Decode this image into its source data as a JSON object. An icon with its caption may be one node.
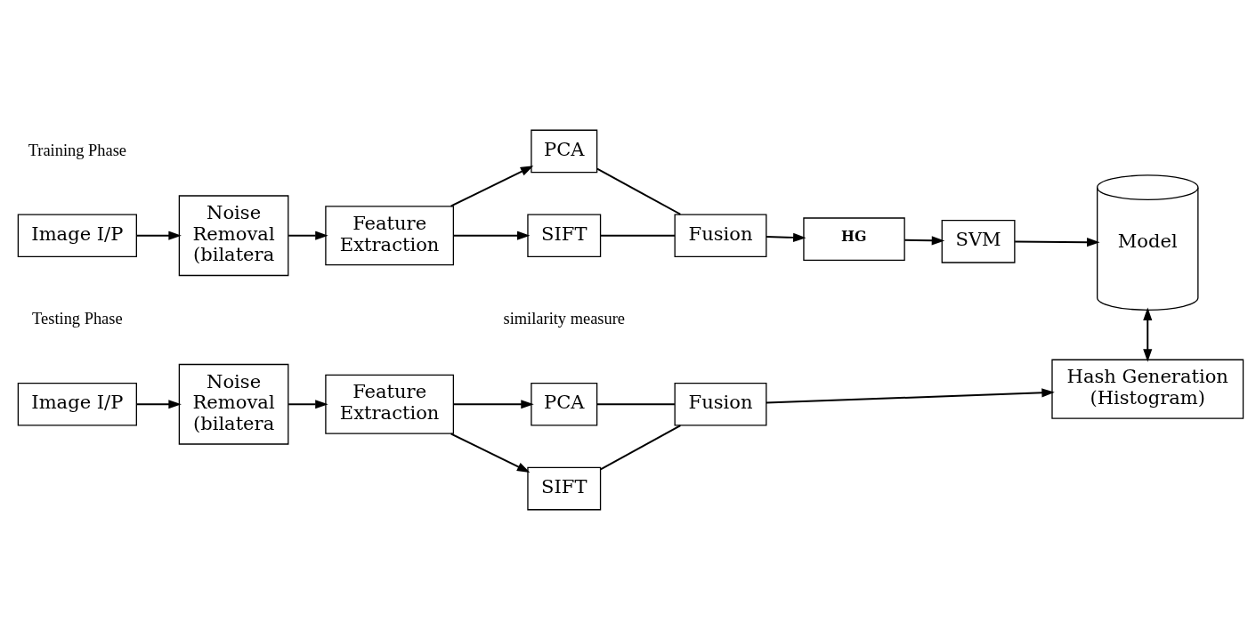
{
  "diagram": {
    "nodes": [
      {
        "text": [
          "Image I/P"
        ]
      },
      {
        "text": [
          "Noise Removal (bilatera"
        ]
      },
      {
        "text": [
          "Feature Extraction"
        ]
      },
      {
        "text": [
          "PCA"
        ]
      },
      {
        "text": [
          "SIFT"
        ]
      },
      {
        "text": [
          "Fusion"
        ]
      },
      {
        "text": [
          "HG"
        ]
      },
      {
        "text": [
          "SVM"
        ]
      },
      {
        "text": [
          "Model"
        ]
      },
      {
        "text": [
          "Image I/P"
        ]
      },
      {
        "text": [
          "Noise Removal (bilatera"
        ]
      },
      {
        "text": [
          "Feature Extraction"
        ]
      },
      {
        "text": [
          "PCA"
        ]
      },
      {
        "text": [
          "SIFT"
        ]
      },
      {
        "text": [
          "Fusion"
        ]
      },
      {
        "text": [
          "Hash Generation (Histogram)"
        ]
      }
    ],
    "edges": [
      {
        "from": 0,
        "to": 1,
        "arrow": "to"
      },
      {
        "from": 1,
        "to": 2,
        "arrow": "to"
      },
      {
        "from": 2,
        "to": 3,
        "arrow": "to"
      },
      {
        "from": 2,
        "to": 4,
        "arrow": "to"
      },
      {
        "from": 3,
        "to": 5,
        "arrow": "none"
      },
      {
        "from": 4,
        "to": 5,
        "arrow": "none"
      },
      {
        "from": 5,
        "to": 6,
        "arrow": "to"
      },
      {
        "from": 6,
        "to": 7,
        "arrow": "to"
      },
      {
        "from": 7,
        "to": 8,
        "arrow": "to"
      },
      {
        "from": 8,
        "to": 15,
        "arrow": "both"
      },
      {
        "from": 9,
        "to": 10,
        "arrow": "to"
      },
      {
        "from": 10,
        "to": 11,
        "arrow": "to"
      },
      {
        "from": 11,
        "to": 12,
        "arrow": "to"
      },
      {
        "from": 11,
        "to": 13,
        "arrow": "to"
      },
      {
        "from": 12,
        "to": 14,
        "arrow": "none"
      },
      {
        "from": 13,
        "to": 14,
        "arrow": "none"
      },
      {
        "from": 14,
        "to": 15,
        "arrow": "to"
      }
    ],
    "labels": [
      "Training Phase",
      "Testing Phase",
      "similarity measure"
    ]
  }
}
